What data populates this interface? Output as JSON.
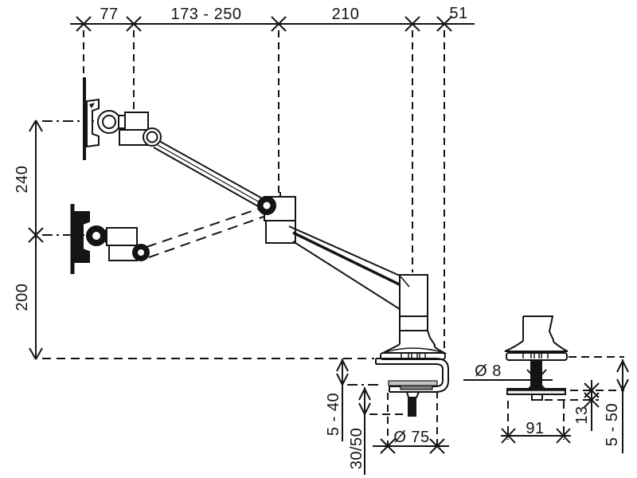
{
  "drawing": {
    "type": "technical-dimension-drawing",
    "subject": "monitor arm side view with desk clamp and grommet mount detail",
    "colors": {
      "line": "#141414",
      "background": "#ffffff",
      "pad_light": "#c4c4c4",
      "pad_dark": "#7d7d7d",
      "fill_dark": "#141414"
    },
    "dimensions": {
      "top": {
        "d77": {
          "label": "77"
        },
        "d173": {
          "label": "173 - 250"
        },
        "d210": {
          "label": "210"
        },
        "d51": {
          "label": "51"
        }
      },
      "left": {
        "d240": {
          "label": "240"
        },
        "d200": {
          "label": "200"
        }
      },
      "clamp": {
        "d5_40": {
          "label": "5 - 40"
        },
        "d30_50": {
          "label": "30/50"
        },
        "d75": {
          "label": "Ø 75"
        }
      },
      "grommet": {
        "d8": {
          "label": "Ø 8"
        },
        "d91": {
          "label": "91"
        },
        "d13": {
          "label": "13"
        },
        "d5_50": {
          "label": "5 - 50"
        }
      }
    }
  }
}
